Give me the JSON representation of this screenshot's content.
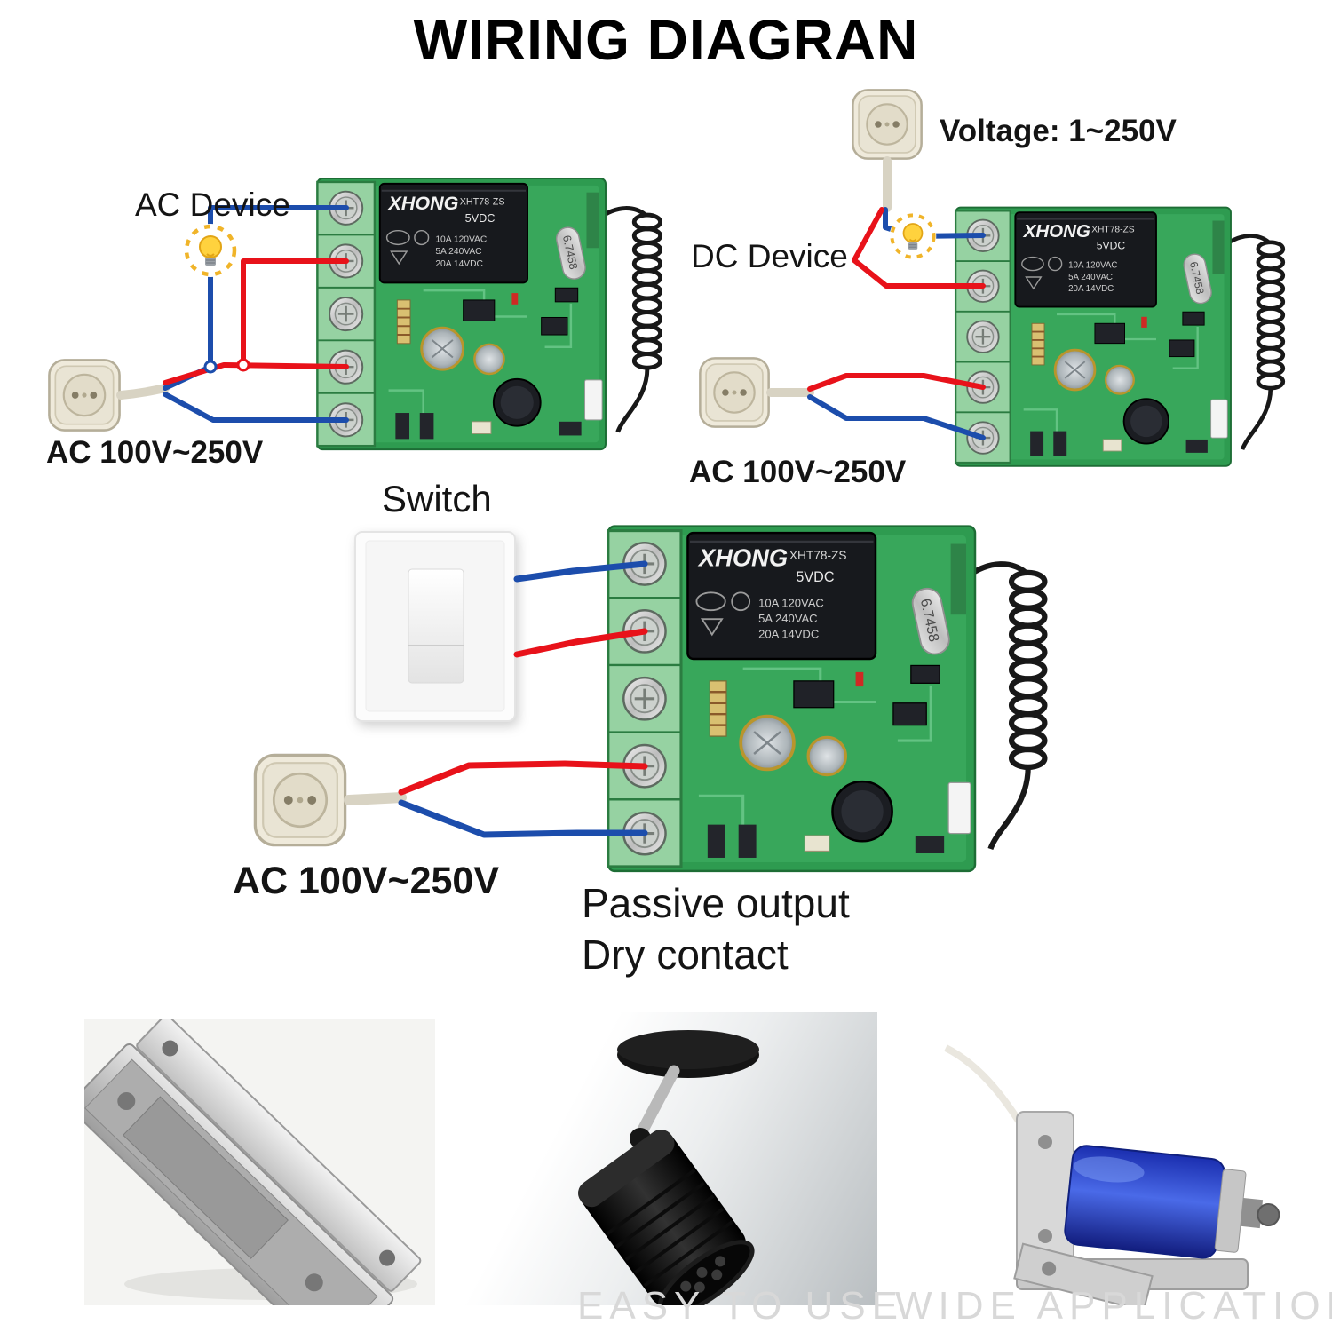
{
  "title": "WIRING DIAGRAN",
  "diagrams": {
    "top_left": {
      "device_label": "AC Device",
      "power_label": "AC 100V~250V"
    },
    "top_right": {
      "voltage_label": "Voltage: 1~250V",
      "device_label": "DC Device",
      "power_label": "AC 100V~250V"
    },
    "middle": {
      "switch_label": "Switch",
      "power_label": "AC 100V~250V",
      "output_line1": "Passive output",
      "output_line2": "Dry contact"
    }
  },
  "pcb": {
    "relay_brand": "XHONG",
    "relay_model": "XHT78-ZS",
    "relay_voltage": "5VDC",
    "spec_1": "10A 120VAC",
    "spec_2": "5A 240VAC",
    "spec_3": "20A 14VDC",
    "crystal_freq": "6.7458"
  },
  "footer": {
    "caption_left": "EASY TO USE",
    "caption_right": "WIDE APPLICATION"
  },
  "colors": {
    "wire_blue": "#1c4dac",
    "wire_red": "#e8121a",
    "pcb_green": "#38a75b",
    "terminal_green": "#96d2a2",
    "bulb_yellow": "#ffd23e"
  },
  "icons": {
    "bulb": "light-bulb-icon",
    "plug": "power-plug-icon",
    "antenna": "coil-antenna-icon",
    "switch": "wall-switch-icon"
  },
  "photos": {
    "left": "magnetic-lock-photo",
    "middle": "led-spotlight-photo",
    "right": "solenoid-lock-photo"
  }
}
